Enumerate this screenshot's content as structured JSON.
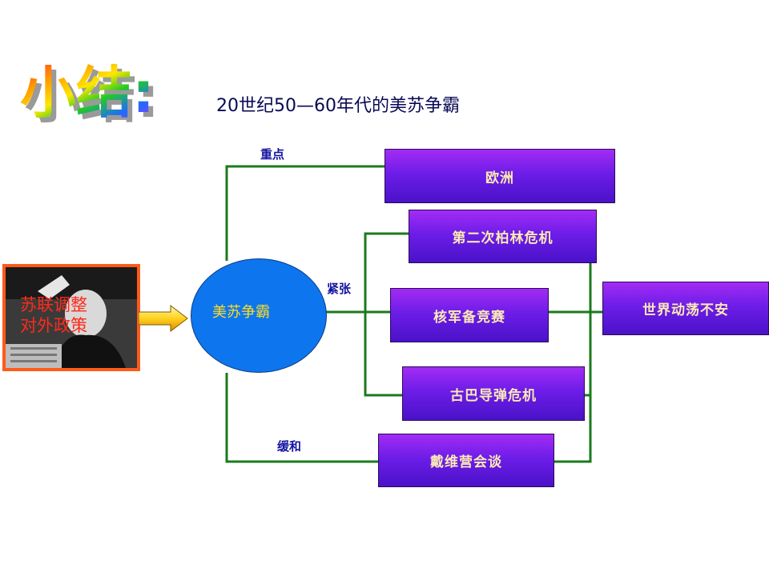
{
  "header": {
    "logo_text": "小结:",
    "subtitle": "20世纪50—60年代的美苏争霸"
  },
  "left_panel": {
    "text_line1": "苏联调整",
    "text_line2": "对外政策"
  },
  "center": {
    "label": "美苏争霸"
  },
  "branches": {
    "focus_label": "重点",
    "tension_label": "紧张",
    "detente_label": "缓和"
  },
  "boxes": {
    "europe": "欧洲",
    "berlin": "第二次柏林危机",
    "nuclear": "核军备竞赛",
    "cuba": "古巴导弹危机",
    "camp_david": "戴维营会谈",
    "world": "世界动荡不安"
  },
  "colors": {
    "box_top": "#a32cf4",
    "box_bottom": "#4a12c8",
    "box_text": "#fbe9b5",
    "connector": "#1b7a1b",
    "circle": "#0d76ee",
    "label": "#1414a0",
    "photo_border": "#ff5a1a"
  }
}
